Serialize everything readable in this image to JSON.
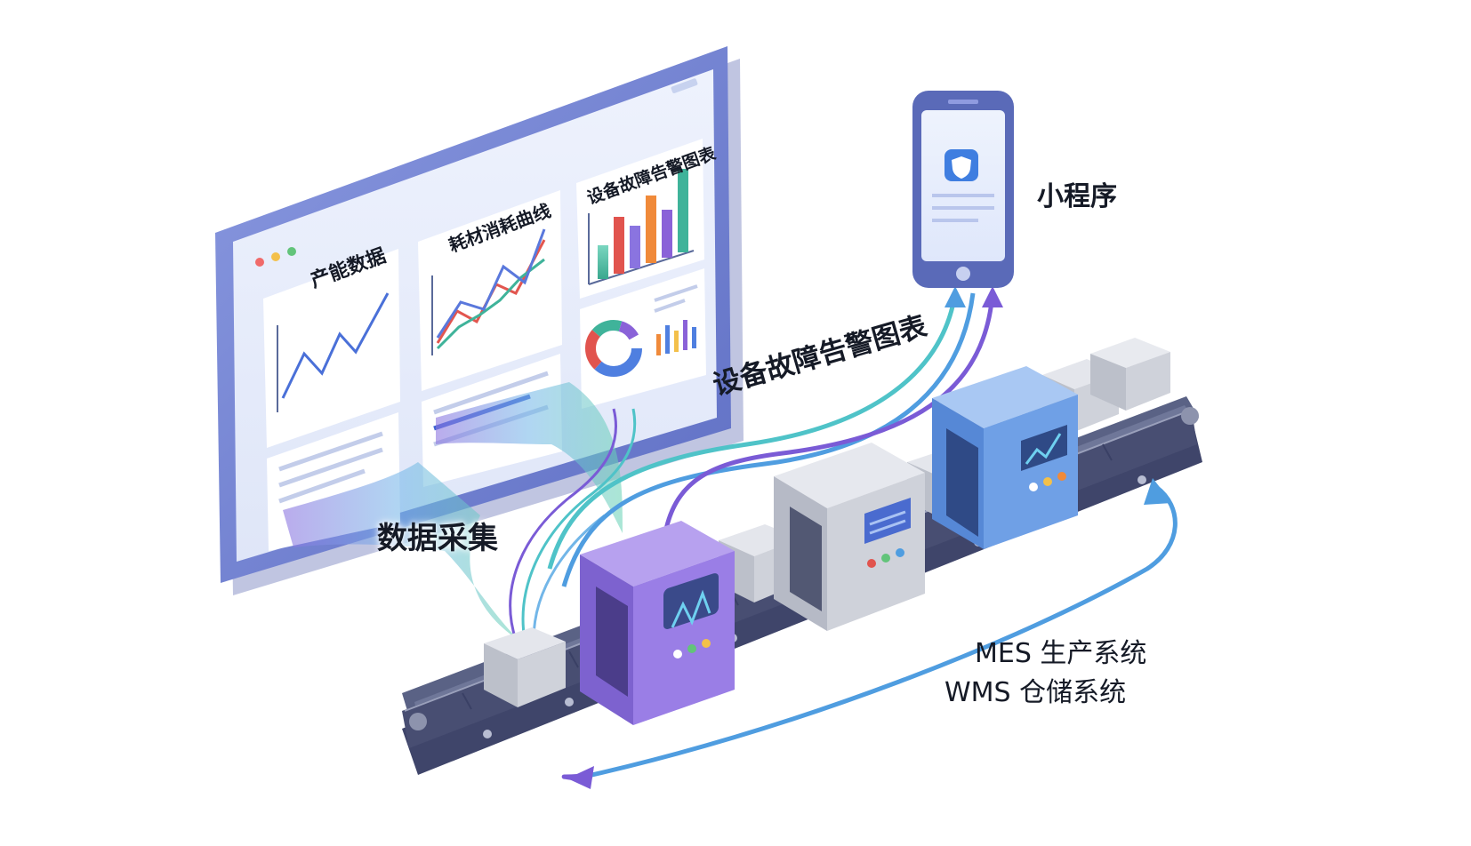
{
  "dashboard": {
    "panels": [
      {
        "title": "产能数据"
      },
      {
        "title": "耗材消耗曲线"
      },
      {
        "title": "设备故障告警图表"
      }
    ]
  },
  "labels": {
    "collect": "数据采集",
    "alarm": "设备故障告警图表",
    "miniprogram": "小程序",
    "mes": "MES 生产系统",
    "wms": "WMS 仓储系统"
  },
  "colors": {
    "monitor_frame": "#6e7fd2",
    "screen": "#e4ebfb",
    "machine_purple": "#9a7ee6",
    "machine_gray": "#cfd2da",
    "machine_blue": "#6fa0e6",
    "belt": "#5a6285",
    "arrow_blue": "#4f9de0",
    "arrow_purple": "#7a5bd6",
    "flow_teal": "#4fc3c8"
  },
  "icons": [
    "shield-icon",
    "machine-waveform-icon"
  ]
}
